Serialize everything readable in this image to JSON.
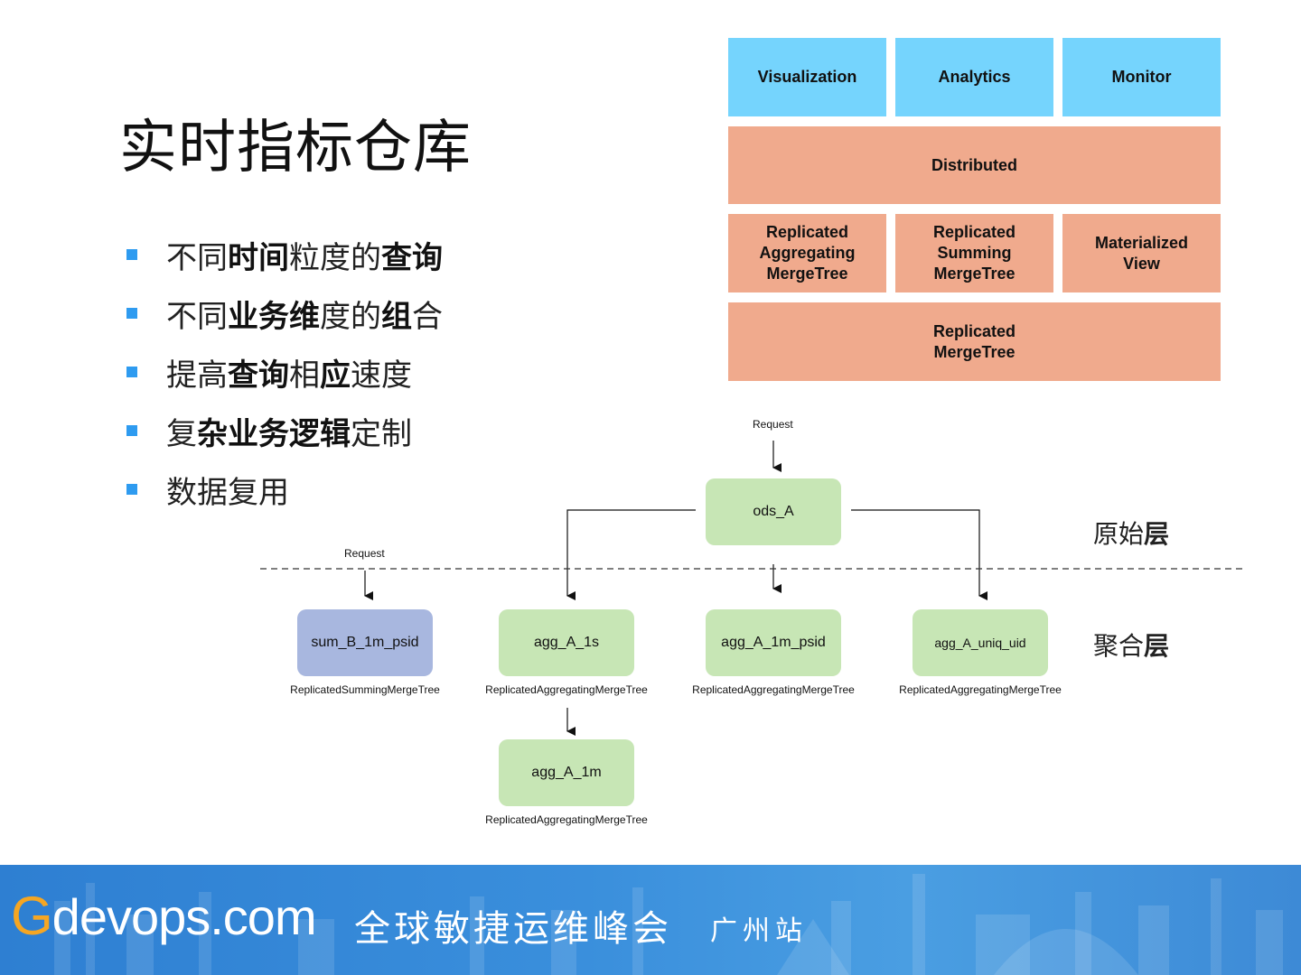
{
  "title": "实时指标仓库",
  "bullets": [
    {
      "segments": [
        {
          "t": "不同",
          "b": false
        },
        {
          "t": "时间",
          "b": true
        },
        {
          "t": "粒度的",
          "b": false
        },
        {
          "t": "查询",
          "b": true
        }
      ]
    },
    {
      "segments": [
        {
          "t": "不同",
          "b": false
        },
        {
          "t": "业务维",
          "b": true
        },
        {
          "t": "度的",
          "b": false
        },
        {
          "t": "组",
          "b": true
        },
        {
          "t": "合",
          "b": false
        }
      ]
    },
    {
      "segments": [
        {
          "t": "提高",
          "b": false
        },
        {
          "t": "查询",
          "b": true
        },
        {
          "t": "相",
          "b": false
        },
        {
          "t": "应",
          "b": true
        },
        {
          "t": "速度",
          "b": false
        }
      ]
    },
    {
      "segments": [
        {
          "t": "复",
          "b": false
        },
        {
          "t": "杂业务逻辑",
          "b": true
        },
        {
          "t": "定制",
          "b": false
        }
      ]
    },
    {
      "segments": [
        {
          "t": "数据复用",
          "b": false
        }
      ]
    }
  ],
  "stack": {
    "visualization": "Visualization",
    "analytics": "Analytics",
    "monitor": "Monitor",
    "distributed": "Distributed",
    "rep_agg": "Replicated\nAggregating\nMergeTree",
    "rep_sum": "Replicated\nSumming\nMergeTree",
    "mat_view": "Materialized\nView",
    "rep_merge": "Replicated\nMergeTree",
    "colors": {
      "blue": "#75d4fd",
      "salmon": "#f0aa8d"
    }
  },
  "flow": {
    "request_top": "Request",
    "request_left": "Request",
    "ods": "ods_A",
    "sum_b": "sum_B_1m_psid",
    "sum_b_cap": "ReplicatedSummingMergeTree",
    "agg_1s": "agg_A_1s",
    "agg_1s_cap": "ReplicatedAggregatingMergeTree",
    "agg_1m_psid": "agg_A_1m_psid",
    "agg_1m_psid_cap": "ReplicatedAggregatingMergeTree",
    "agg_uniq": "agg_A_uniq_uid",
    "agg_uniq_cap": "ReplicatedAggregatingMergeTree",
    "agg_1m": "agg_A_1m",
    "agg_1m_cap": "ReplicatedAggregatingMergeTree",
    "layer_raw_1": "原始",
    "layer_raw_2": "层",
    "layer_agg_1": "聚合",
    "layer_agg_2": "层",
    "colors": {
      "green": "#c7e6b5",
      "lavender": "#a8b7df"
    }
  },
  "footer": {
    "logo_g": "G",
    "logo_rest": "devops.com",
    "slogan": "全球敏捷运维峰会",
    "city": "广州站"
  }
}
